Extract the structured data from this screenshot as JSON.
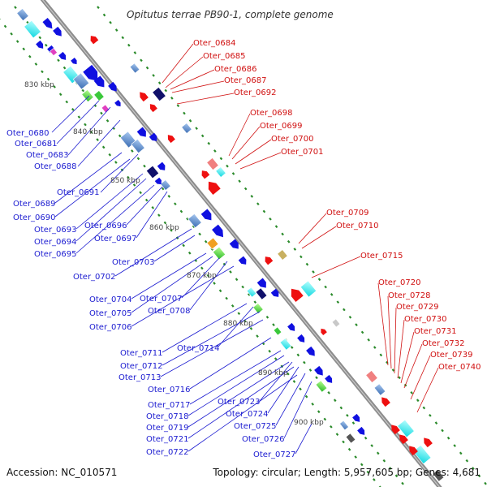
{
  "title": "Opitutus terrae PB90-1, complete genome",
  "accession": "Accession: NC_010571",
  "topology": "Topology: circular; Length: 5,957,605 bp; Genes: 4,681",
  "kbp_labels": [
    "830 kbp",
    "840 kbp",
    "850 kbp",
    "860 kbp",
    "870 kbp",
    "880 kbp",
    "890 kbp",
    "900 kbp"
  ],
  "blue_labels": [
    "Oter_0680",
    "Oter_0681",
    "Oter_0683",
    "Oter_0688",
    "Oter_0691",
    "Oter_0689",
    "Oter_0690",
    "Oter_0693",
    "Oter_0696",
    "Oter_0694",
    "Oter_0697",
    "Oter_0695",
    "Oter_0703",
    "Oter_0702",
    "Oter_0707",
    "Oter_0704",
    "Oter_0705",
    "Oter_0708",
    "Oter_0706",
    "Oter_0711",
    "Oter_0714",
    "Oter_0712",
    "Oter_0713",
    "Oter_0716",
    "Oter_0717",
    "Oter_0723",
    "Oter_0718",
    "Oter_0724",
    "Oter_0719",
    "Oter_0725",
    "Oter_0721",
    "Oter_0726",
    "Oter_0722",
    "Oter_0727"
  ],
  "red_labels": [
    "Oter_0684",
    "Oter_0685",
    "Oter_0686",
    "Oter_0687",
    "Oter_0692",
    "Oter_0698",
    "Oter_0699",
    "Oter_0700",
    "Oter_0701",
    "Oter_0709",
    "Oter_0710",
    "Oter_0715",
    "Oter_0720",
    "Oter_0728",
    "Oter_0729",
    "Oter_0730",
    "Oter_0731",
    "Oter_0732",
    "Oter_0739",
    "Oter_0740"
  ],
  "colors": {
    "backbone": "#8c8c8c",
    "forward": "#1010e0",
    "reverse": "#ee1010",
    "ring": "#2a8a2a"
  }
}
